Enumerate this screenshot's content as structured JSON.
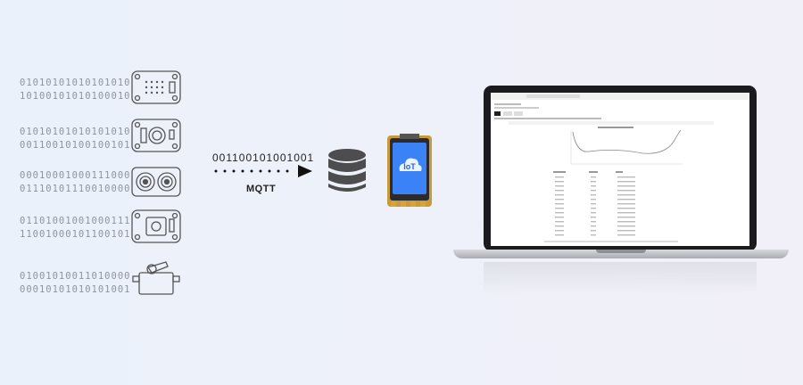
{
  "binary_rows": [
    [
      "01010101010101010",
      "10100101010100010"
    ],
    [
      "01010101010101010",
      "00110010100100101"
    ],
    [
      "00010001000111000",
      "01110101110010000"
    ],
    [
      "01101001001000111",
      "11001000101100101"
    ],
    [
      "01001010011010000",
      "00010101010101001"
    ]
  ],
  "sensors": [
    "matrix-sensor-icon",
    "gas-sensor-icon",
    "ultrasonic-sensor-icon",
    "pir-sensor-icon",
    "servo-icon"
  ],
  "flow": {
    "bits": "001100101001001",
    "protocol": "MQTT"
  },
  "device": {
    "screen_label": "IoT"
  },
  "colors": {
    "device_screen": "#3b82f6",
    "bits_text": "#8f949c",
    "board": "#d8a43a"
  }
}
